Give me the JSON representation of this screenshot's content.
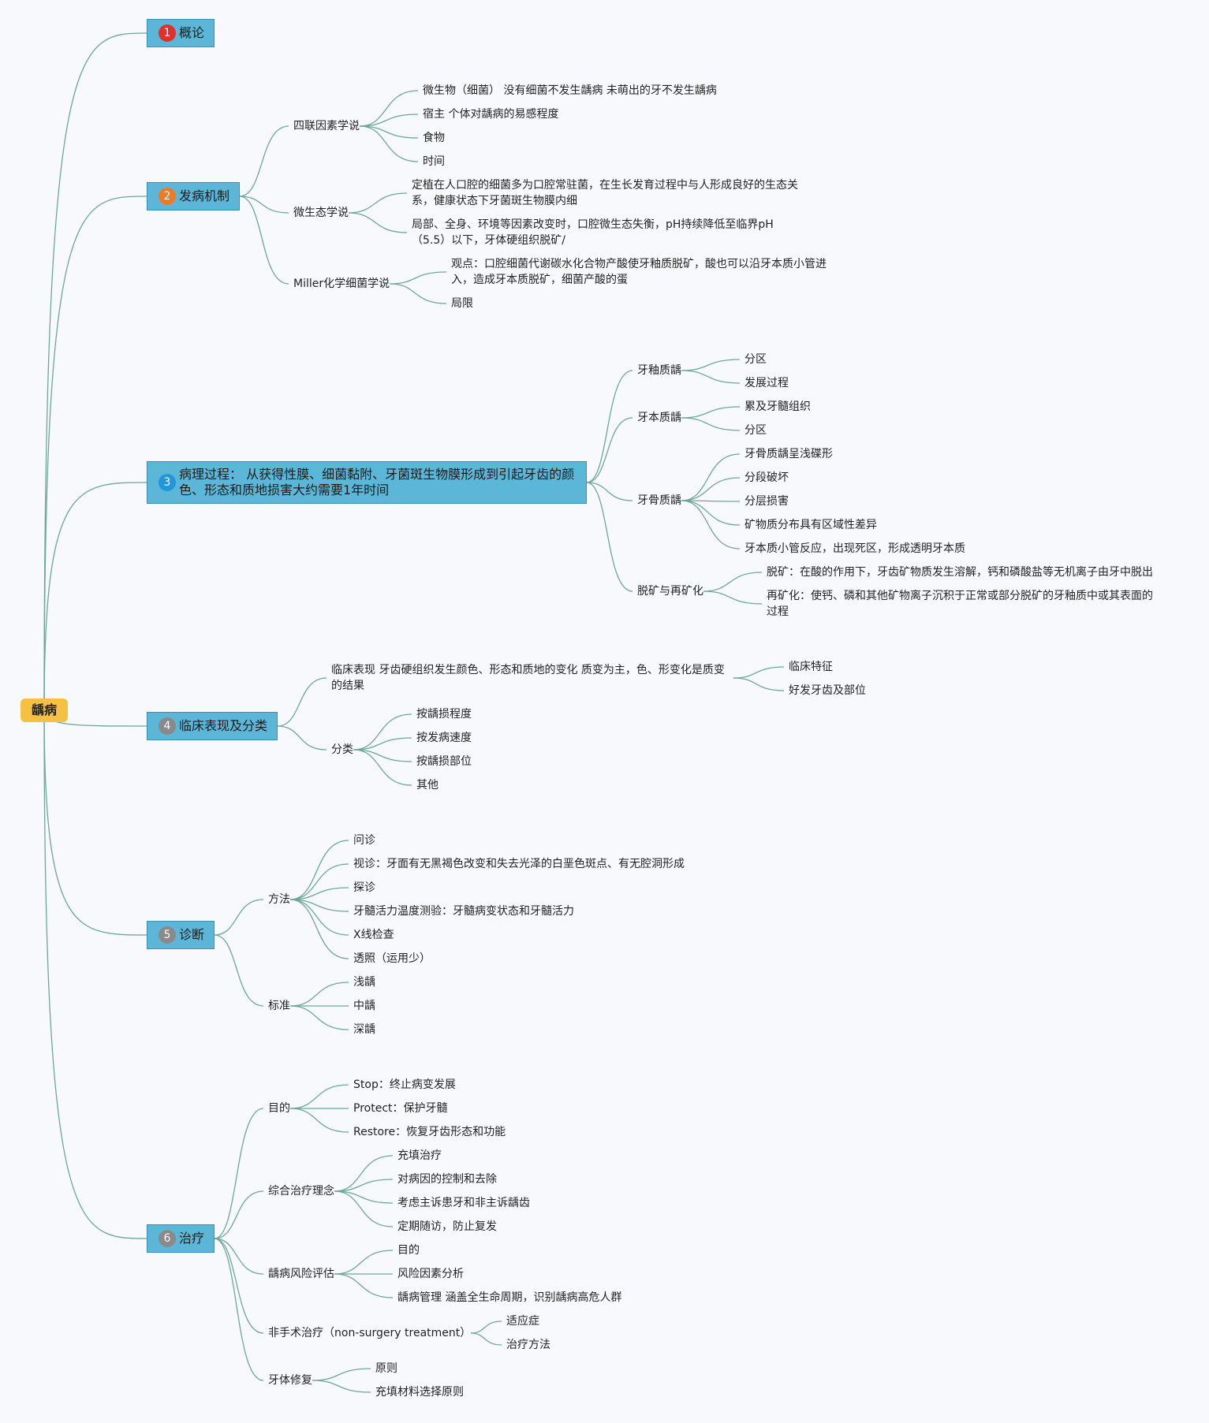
{
  "root": "龋病",
  "topics": {
    "t1": {
      "num": "1",
      "label": "概论",
      "color": "#e0302a"
    },
    "t2": {
      "num": "2",
      "label": "发病机制",
      "color": "#f07a24"
    },
    "t3": {
      "num": "3",
      "label": "病理过程： 从获得性膜、细菌黏附、牙菌斑生物膜形成到引起牙齿的颜色、形态和质地损害大约需要1年时间",
      "color": "#2196d8"
    },
    "t4": {
      "num": "4",
      "label": "临床表现及分类",
      "color": "#8a8a8a"
    },
    "t5": {
      "num": "5",
      "label": "诊断",
      "color": "#8a8a8a"
    },
    "t6": {
      "num": "6",
      "label": "治疗",
      "color": "#8a8a8a"
    }
  },
  "t2": {
    "sub1": {
      "label": "四联因素学说",
      "items": [
        "微生物（细菌） 没有细菌不发生龋病 未萌出的牙不发生龋病",
        "宿主 个体对龋病的易感程度",
        "食物",
        "时间"
      ]
    },
    "sub2": {
      "label": "微生态学说",
      "items": [
        "定植在人口腔的细菌多为口腔常驻菌，在生长发育过程中与人形成良好的生态关系，健康状态下牙菌斑生物膜内细",
        "局部、全身、环境等因素改变时，口腔微生态失衡，pH持续降低至临界pH（5.5）以下，牙体硬组织脱矿/"
      ]
    },
    "sub3": {
      "label": "Miller化学细菌学说",
      "items": [
        "观点：口腔细菌代谢碳水化合物产酸使牙釉质脱矿，酸也可以沿牙本质小管进入，造成牙本质脱矿，细菌产酸的蛋",
        "局限"
      ]
    }
  },
  "t3": {
    "sub1": {
      "label": "牙釉质龋",
      "items": [
        "分区",
        "发展过程"
      ]
    },
    "sub2": {
      "label": "牙本质龋",
      "items": [
        "累及牙髓组织",
        "分区"
      ]
    },
    "sub3": {
      "label": "牙骨质龋",
      "items": [
        "牙骨质龋呈浅碟形",
        "分段破坏",
        "分层损害",
        "矿物质分布具有区域性差异",
        "牙本质小管反应，出现死区，形成透明牙本质"
      ]
    },
    "sub4": {
      "label": "脱矿与再矿化",
      "items": [
        "脱矿：在酸的作用下，牙齿矿物质发生溶解，钙和磷酸盐等无机离子由牙中脱出",
        "再矿化：使钙、磷和其他矿物离子沉积于正常或部分脱矿的牙釉质中或其表面的过程"
      ]
    }
  },
  "t4": {
    "sub1": {
      "label": "临床表现 牙齿硬组织发生颜色、形态和质地的变化 质变为主，色、形变化是质变的结果",
      "items": [
        "临床特征",
        "好发牙齿及部位"
      ]
    },
    "sub2": {
      "label": "分类",
      "items": [
        "按龋损程度",
        "按发病速度",
        "按龋损部位",
        "其他"
      ]
    }
  },
  "t5": {
    "sub1": {
      "label": "方法",
      "items": [
        "问诊",
        "视诊：牙面有无黑褐色改变和失去光泽的白垩色斑点、有无腔洞形成",
        "探诊",
        "牙髓活力温度测验：牙髓病变状态和牙髓活力",
        "X线检查",
        "透照（运用少）"
      ]
    },
    "sub2": {
      "label": "标准",
      "items": [
        "浅龋",
        "中龋",
        "深龋"
      ]
    }
  },
  "t6": {
    "sub1": {
      "label": "目的",
      "items": [
        "Stop：终止病变发展",
        "Protect：保护牙髓",
        "Restore：恢复牙齿形态和功能"
      ]
    },
    "sub2": {
      "label": "综合治疗理念",
      "items": [
        "充填治疗",
        "对病因的控制和去除",
        "考虑主诉患牙和非主诉龋齿",
        "定期随访，防止复发"
      ]
    },
    "sub3": {
      "label": "龋病风险评估",
      "items": [
        "目的",
        "风险因素分析",
        "龋病管理 涵盖全生命周期，识别龋病高危人群"
      ]
    },
    "sub4": {
      "label": "非手术治疗（non-surgery treatment）",
      "items": [
        "适应症",
        "治疗方法"
      ]
    },
    "sub5": {
      "label": "牙体修复",
      "items": [
        "原则",
        "充填材料选择原则"
      ]
    }
  },
  "colors": {
    "link": "#6ea79a",
    "topic_bg": "#5bb6d8",
    "root_bg": "#f5c142"
  }
}
